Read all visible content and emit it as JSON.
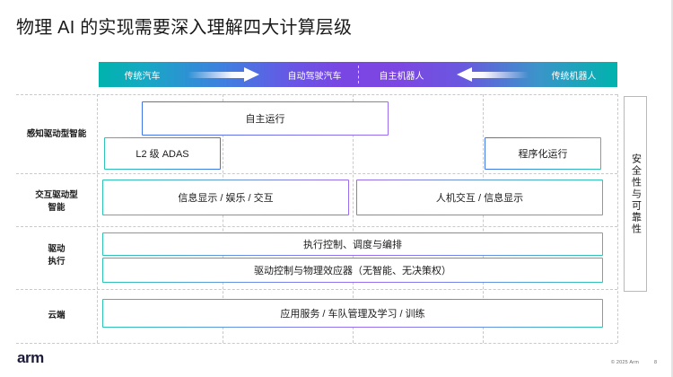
{
  "slide": {
    "title": "物理 AI 的实现需要深入理解四大计算层级",
    "logo": "arm",
    "copyright": "© 2025 Arm",
    "page_number": "8",
    "accent_teal": "#2ec4b6",
    "accent_blue": "#3f74e8",
    "accent_purple": "#9b6cf0",
    "logo_color": "#1d1b3a"
  },
  "spectrum": {
    "left_label": "传统汽车",
    "mid_left_label": "自动驾驶汽车",
    "mid_right_label": "自主机器人",
    "right_label": "传统机器人",
    "arrow_right": "arrow-right-icon",
    "arrow_left": "arrow-left-icon"
  },
  "rows": [
    {
      "label": "感知驱动型智能"
    },
    {
      "label": "交互驱动型\n智能",
      "line1": "交互驱动型",
      "line2": "智能"
    },
    {
      "label": "驱动\n执行",
      "line1": "驱动",
      "line2": "执行"
    },
    {
      "label": "云端"
    }
  ],
  "boxes": {
    "autonomous_run": "自主运行",
    "l2_adas": "L2 级 ADAS",
    "programmatic_run": "程序化运行",
    "infotainment": "信息显示 / 娱乐 / 交互",
    "hmi": "人机交互 / 信息显示",
    "execution_control": "执行控制、调度与编排",
    "drive_control": "驱动控制与物理效应器（无智能、无决策权）",
    "cloud_services": "应用服务 / 车队管理及学习 / 训练"
  },
  "safety_panel": {
    "label": "安全性与可靠性"
  }
}
